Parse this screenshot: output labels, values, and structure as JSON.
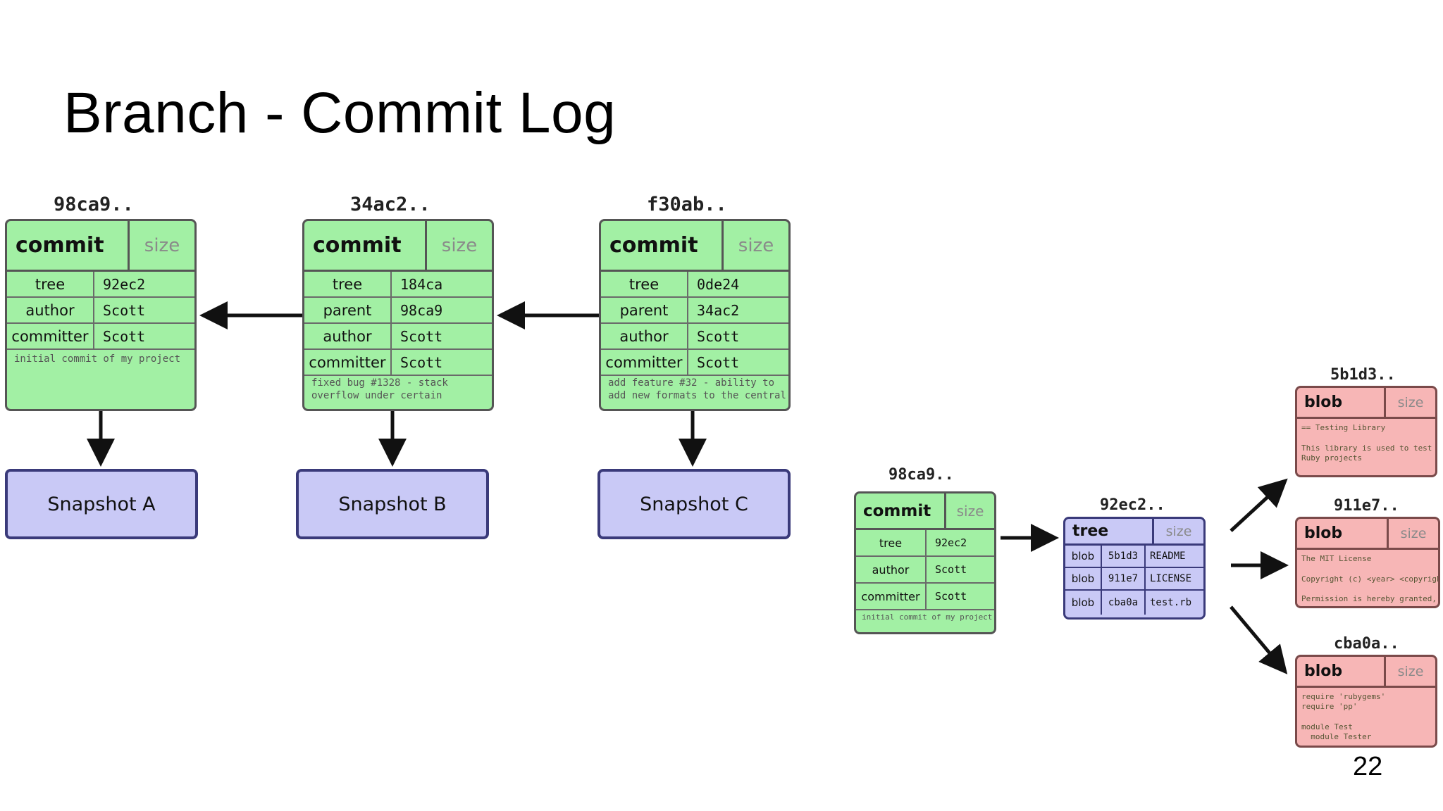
{
  "title": "Branch - Commit Log",
  "page_number": "22",
  "size_label": "size",
  "commits": [
    {
      "hash": "98ca9..",
      "type": "commit",
      "rows": [
        {
          "key": "tree",
          "value": "92ec2"
        },
        {
          "key": "author",
          "value": "Scott"
        },
        {
          "key": "committer",
          "value": "Scott"
        }
      ],
      "message": "initial commit of my project"
    },
    {
      "hash": "34ac2..",
      "type": "commit",
      "rows": [
        {
          "key": "tree",
          "value": "184ca"
        },
        {
          "key": "parent",
          "value": "98ca9"
        },
        {
          "key": "author",
          "value": "Scott"
        },
        {
          "key": "committer",
          "value": "Scott"
        }
      ],
      "message": "fixed bug #1328 - stack\noverflow under certain"
    },
    {
      "hash": "f30ab..",
      "type": "commit",
      "rows": [
        {
          "key": "tree",
          "value": "0de24"
        },
        {
          "key": "parent",
          "value": "34ac2"
        },
        {
          "key": "author",
          "value": "Scott"
        },
        {
          "key": "committer",
          "value": "Scott"
        }
      ],
      "message": "add feature #32 - ability to\nadd new formats to the central"
    }
  ],
  "snapshots": [
    "Snapshot A",
    "Snapshot B",
    "Snapshot C"
  ],
  "small_commit": {
    "hash": "98ca9..",
    "type": "commit",
    "rows": [
      {
        "key": "tree",
        "value": "92ec2"
      },
      {
        "key": "author",
        "value": "Scott"
      },
      {
        "key": "committer",
        "value": "Scott"
      }
    ],
    "message": "initial commit of my project"
  },
  "tree": {
    "hash": "92ec2..",
    "type": "tree",
    "rows": [
      {
        "kind": "blob",
        "id": "5b1d3",
        "name": "README"
      },
      {
        "kind": "blob",
        "id": "911e7",
        "name": "LICENSE"
      },
      {
        "kind": "blob",
        "id": "cba0a",
        "name": "test.rb"
      }
    ]
  },
  "blobs": [
    {
      "hash": "5b1d3..",
      "type": "blob",
      "content": "== Testing Library\n\nThis library is used to test\nRuby projects"
    },
    {
      "hash": "911e7..",
      "type": "blob",
      "content": "The MIT License\n\nCopyright (c) <year> <copyright\n\nPermission is hereby granted,"
    },
    {
      "hash": "cba0a..",
      "type": "blob",
      "content": "require 'rubygems'\nrequire 'pp'\n\nmodule Test\n  module Tester"
    }
  ]
}
